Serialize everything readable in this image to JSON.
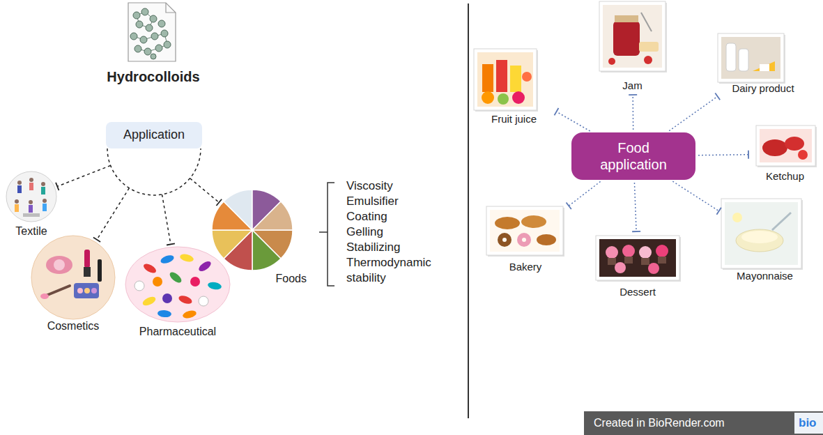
{
  "diagram": {
    "nodes": [
      {
        "text": [
          "Hydrocolloids"
        ]
      },
      {
        "text": [
          "Application"
        ]
      },
      {
        "text": [
          "Textile"
        ]
      },
      {
        "text": [
          "Cosmetics"
        ]
      },
      {
        "text": [
          "Pharmaceutical"
        ]
      },
      {
        "text": [
          "Foods"
        ]
      },
      {
        "text": [
          "Food application"
        ]
      },
      {
        "text": [
          "Fruit juice"
        ]
      },
      {
        "text": [
          "Jam"
        ]
      },
      {
        "text": [
          "Dairy product"
        ]
      },
      {
        "text": [
          "Ketchup"
        ]
      },
      {
        "text": [
          "Mayonnaise"
        ]
      },
      {
        "text": [
          "Dessert"
        ]
      },
      {
        "text": [
          "Bakery"
        ]
      }
    ],
    "edges": [
      {
        "from": 1,
        "to": 2,
        "arrow": "to"
      },
      {
        "from": 1,
        "to": 3,
        "arrow": "to"
      },
      {
        "from": 1,
        "to": 4,
        "arrow": "to"
      },
      {
        "from": 1,
        "to": 5,
        "arrow": "to"
      },
      {
        "from": 6,
        "to": 7,
        "arrow": "to"
      },
      {
        "from": 6,
        "to": 8,
        "arrow": "to"
      },
      {
        "from": 6,
        "to": 9,
        "arrow": "to"
      },
      {
        "from": 6,
        "to": 10,
        "arrow": "to"
      },
      {
        "from": 6,
        "to": 11,
        "arrow": "to"
      },
      {
        "from": 6,
        "to": 12,
        "arrow": "to"
      },
      {
        "from": 6,
        "to": 13,
        "arrow": "to"
      }
    ],
    "labels": [
      "Viscosity",
      "Emulsifier",
      "Coating",
      "Gelling",
      "Stabilizing",
      "Thermodynamic stability",
      "Created in BioRender.com",
      "bio"
    ]
  }
}
